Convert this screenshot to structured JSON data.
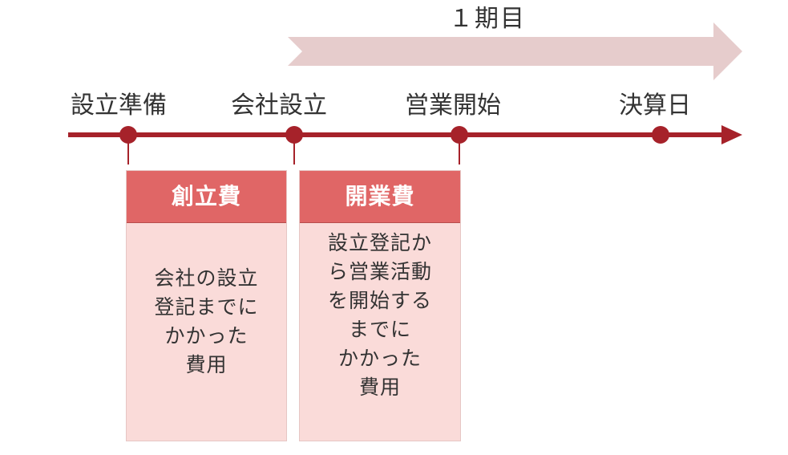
{
  "period": {
    "label": "１期目"
  },
  "timeline": {
    "milestones": [
      {
        "label": "設立準備"
      },
      {
        "label": "会社設立"
      },
      {
        "label": "営業開始"
      },
      {
        "label": "決算日"
      }
    ]
  },
  "costs": [
    {
      "title": "創立費",
      "description": "会社の設立\n登記までに\nかかった\n費用"
    },
    {
      "title": "開業費",
      "description": "設立登記か\nら営業活動\nを開始する\nまでに\nかかった\n費用"
    }
  ],
  "colors": {
    "timeline": "#a6222a",
    "period_arrow": "#e6cccc",
    "header": "#e06666",
    "box": "#fadbd9"
  }
}
